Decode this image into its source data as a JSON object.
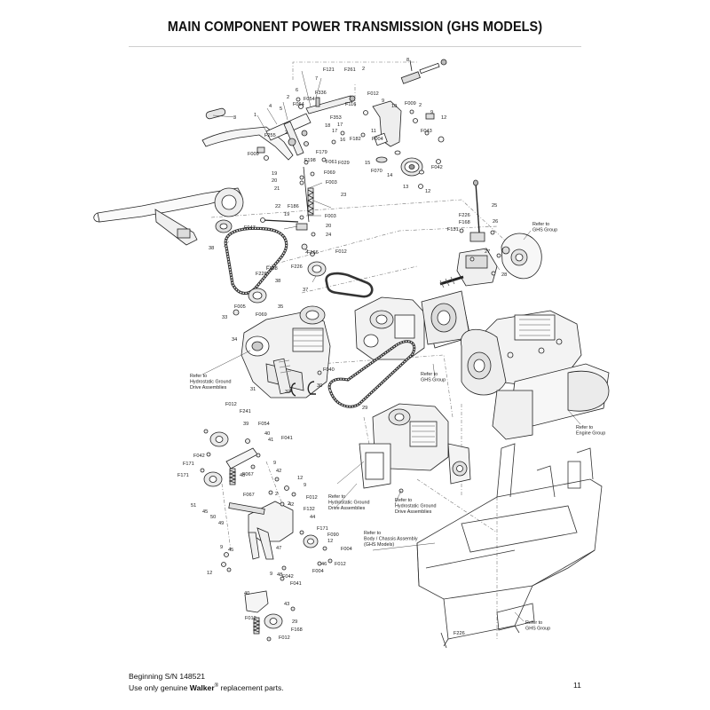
{
  "title": "MAIN COMPONENT POWER TRANSMISSION (GHS MODELS)",
  "callouts": [
    {
      "id": "c8",
      "t": "8"
    },
    {
      "id": "cF121",
      "t": "F121"
    },
    {
      "id": "cF261",
      "t": "F261"
    },
    {
      "id": "c2a",
      "t": "2"
    },
    {
      "id": "c7",
      "t": "7"
    },
    {
      "id": "c6",
      "t": "6"
    },
    {
      "id": "cF336",
      "t": "F336"
    },
    {
      "id": "c2b",
      "t": "2"
    },
    {
      "id": "cF054a",
      "t": "F054"
    },
    {
      "id": "cF064",
      "t": "F064"
    },
    {
      "id": "cF012a",
      "t": "F012"
    },
    {
      "id": "cF116",
      "t": "F116"
    },
    {
      "id": "c9a",
      "t": "9"
    },
    {
      "id": "c10",
      "t": "10"
    },
    {
      "id": "cF009a",
      "t": "F009"
    },
    {
      "id": "c2c",
      "t": "2"
    },
    {
      "id": "c9b",
      "t": "9"
    },
    {
      "id": "c12a",
      "t": "12"
    },
    {
      "id": "c4",
      "t": "4"
    },
    {
      "id": "c5",
      "t": "5"
    },
    {
      "id": "c1",
      "t": "1"
    },
    {
      "id": "c3",
      "t": "3"
    },
    {
      "id": "cF353",
      "t": "F353"
    },
    {
      "id": "c18",
      "t": "18"
    },
    {
      "id": "c17a",
      "t": "17"
    },
    {
      "id": "c17b",
      "t": "17"
    },
    {
      "id": "c11",
      "t": "11"
    },
    {
      "id": "cF043",
      "t": "F043"
    },
    {
      "id": "c2d",
      "t": "2"
    },
    {
      "id": "cF255",
      "t": "F255"
    },
    {
      "id": "c16",
      "t": "16"
    },
    {
      "id": "cF182",
      "t": "F182"
    },
    {
      "id": "cF004a",
      "t": "F004"
    },
    {
      "id": "cF009b",
      "t": "F009"
    },
    {
      "id": "cF179",
      "t": "F179"
    },
    {
      "id": "cF198",
      "t": "F198"
    },
    {
      "id": "cF061",
      "t": "F061"
    },
    {
      "id": "cF029",
      "t": "F029"
    },
    {
      "id": "c15",
      "t": "15"
    },
    {
      "id": "cF070",
      "t": "F070"
    },
    {
      "id": "c14",
      "t": "14"
    },
    {
      "id": "c13",
      "t": "13"
    },
    {
      "id": "cF042a",
      "t": "F042"
    },
    {
      "id": "c12b",
      "t": "12"
    },
    {
      "id": "c19",
      "t": "19"
    },
    {
      "id": "cF069a",
      "t": "F069"
    },
    {
      "id": "c20a",
      "t": "20"
    },
    {
      "id": "cF003a",
      "t": "F003"
    },
    {
      "id": "c21",
      "t": "21"
    },
    {
      "id": "c23",
      "t": "23"
    },
    {
      "id": "c22",
      "t": "22"
    },
    {
      "id": "c19b",
      "t": "19"
    },
    {
      "id": "cF186",
      "t": "F186"
    },
    {
      "id": "cF003b",
      "t": "F003"
    },
    {
      "id": "c20b",
      "t": "20"
    },
    {
      "id": "c24",
      "t": "24"
    },
    {
      "id": "c25",
      "t": "25"
    },
    {
      "id": "cF226a",
      "t": "F226"
    },
    {
      "id": "cF168a",
      "t": "F168"
    },
    {
      "id": "c26",
      "t": "26"
    },
    {
      "id": "cF131",
      "t": "F131"
    },
    {
      "id": "cF047",
      "t": "F047"
    },
    {
      "id": "c38a",
      "t": "38"
    },
    {
      "id": "c2e",
      "t": "2"
    },
    {
      "id": "cF166",
      "t": "F166"
    },
    {
      "id": "cF012b",
      "t": "F012"
    },
    {
      "id": "c27",
      "t": "27"
    },
    {
      "id": "cF168b",
      "t": "F168"
    },
    {
      "id": "cF226b",
      "t": "F226"
    },
    {
      "id": "cF226c",
      "t": "F226"
    },
    {
      "id": "c38b",
      "t": "38"
    },
    {
      "id": "c28",
      "t": "28"
    },
    {
      "id": "c37",
      "t": "37"
    },
    {
      "id": "cF005",
      "t": "F005"
    },
    {
      "id": "cF069b",
      "t": "F069"
    },
    {
      "id": "c35",
      "t": "35"
    },
    {
      "id": "c33",
      "t": "33"
    },
    {
      "id": "c34",
      "t": "34"
    },
    {
      "id": "cF040",
      "t": "F040"
    },
    {
      "id": "c30",
      "t": "30"
    },
    {
      "id": "c31",
      "t": "31"
    },
    {
      "id": "c32",
      "t": "32"
    },
    {
      "id": "c29a",
      "t": "29"
    },
    {
      "id": "cF012c",
      "t": "F012"
    },
    {
      "id": "cF241",
      "t": "F241"
    },
    {
      "id": "c39",
      "t": "39"
    },
    {
      "id": "cF054b",
      "t": "F054"
    },
    {
      "id": "c40a",
      "t": "40"
    },
    {
      "id": "c41",
      "t": "41"
    },
    {
      "id": "cF041a",
      "t": "F041"
    },
    {
      "id": "cF042b",
      "t": "F042"
    },
    {
      "id": "cF171a",
      "t": "F171"
    },
    {
      "id": "cF171b",
      "t": "F171"
    },
    {
      "id": "c9c",
      "t": "9"
    },
    {
      "id": "c42a",
      "t": "42"
    },
    {
      "id": "cF067a",
      "t": "F067"
    },
    {
      "id": "c43a",
      "t": "43"
    },
    {
      "id": "c12c",
      "t": "12"
    },
    {
      "id": "c9d",
      "t": "9"
    },
    {
      "id": "c51",
      "t": "51"
    },
    {
      "id": "c45a",
      "t": "45"
    },
    {
      "id": "c2f",
      "t": "2"
    },
    {
      "id": "cF067b",
      "t": "F067"
    },
    {
      "id": "cF012d",
      "t": "F012"
    },
    {
      "id": "c42b",
      "t": "42"
    },
    {
      "id": "c2g",
      "t": "2"
    },
    {
      "id": "cF132",
      "t": "F132"
    },
    {
      "id": "c50",
      "t": "50"
    },
    {
      "id": "c49",
      "t": "49"
    },
    {
      "id": "c44",
      "t": "44"
    },
    {
      "id": "cF171c",
      "t": "F171"
    },
    {
      "id": "cF090",
      "t": "F090"
    },
    {
      "id": "c12d",
      "t": "12"
    },
    {
      "id": "c9e",
      "t": "9"
    },
    {
      "id": "c45b",
      "t": "45"
    },
    {
      "id": "c47",
      "t": "47"
    },
    {
      "id": "cF004b",
      "t": "F004"
    },
    {
      "id": "c46",
      "t": "46"
    },
    {
      "id": "cF004c",
      "t": "F004"
    },
    {
      "id": "cF012e",
      "t": "F012"
    },
    {
      "id": "c12e",
      "t": "12"
    },
    {
      "id": "c9f",
      "t": "9"
    },
    {
      "id": "c48",
      "t": "48"
    },
    {
      "id": "cF042c",
      "t": "F042"
    },
    {
      "id": "cF041b",
      "t": "F041"
    },
    {
      "id": "c40b",
      "t": "40"
    },
    {
      "id": "c43b",
      "t": "43"
    },
    {
      "id": "cF012f",
      "t": "F012"
    },
    {
      "id": "c29b",
      "t": "29"
    },
    {
      "id": "cF012g",
      "t": "F012"
    },
    {
      "id": "cF168c",
      "t": "F168"
    },
    {
      "id": "cF226d",
      "t": "F226"
    }
  ],
  "notes": {
    "ghs_group_a": [
      "Refer to",
      "GHS Group"
    ],
    "hydro_a": [
      "Refer to",
      "Hydrostatic Ground",
      "Drive Assemblies"
    ],
    "ghs_group_b": [
      "Refer to",
      "GHS Group"
    ],
    "engine_group": [
      "Refer to",
      "Engine Group"
    ],
    "hydro_b": [
      "Refer to",
      "Hydrostatic Ground",
      "Drive Assemblies"
    ],
    "hydro_c": [
      "Refer to",
      "Hydrostatic Ground",
      "Drive Assemblies"
    ],
    "chassis": [
      "Refer to",
      "Body / Chassis Assembly",
      "(GHS Models)"
    ],
    "ghs_group_c": [
      "Refer to",
      "GHS Group"
    ]
  },
  "footer": {
    "serial": "Beginning S/N 148521",
    "use_prefix": "Use only genuine ",
    "brand": "Walker",
    "reg": "®",
    "use_suffix": " replacement parts.",
    "page_number": "11"
  }
}
